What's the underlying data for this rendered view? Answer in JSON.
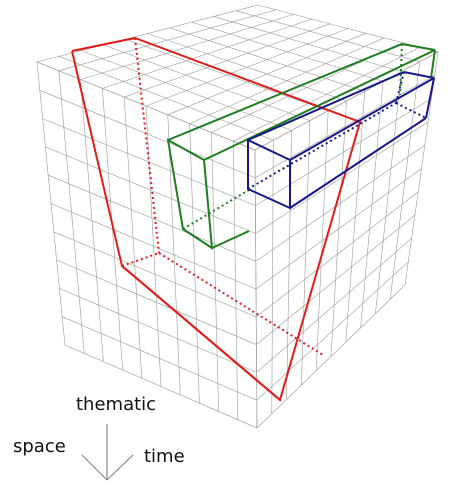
{
  "axes": {
    "thematic_label": "thematic",
    "space_label": "space",
    "time_label": "time"
  },
  "colors": {
    "grid": "#9a9a9a",
    "red_box": "#e11b1b",
    "green_box": "#1f7d1f",
    "blue_box": "#17178a",
    "axis": "#888888",
    "text": "#111111"
  },
  "cube": {
    "divisions": 10
  }
}
